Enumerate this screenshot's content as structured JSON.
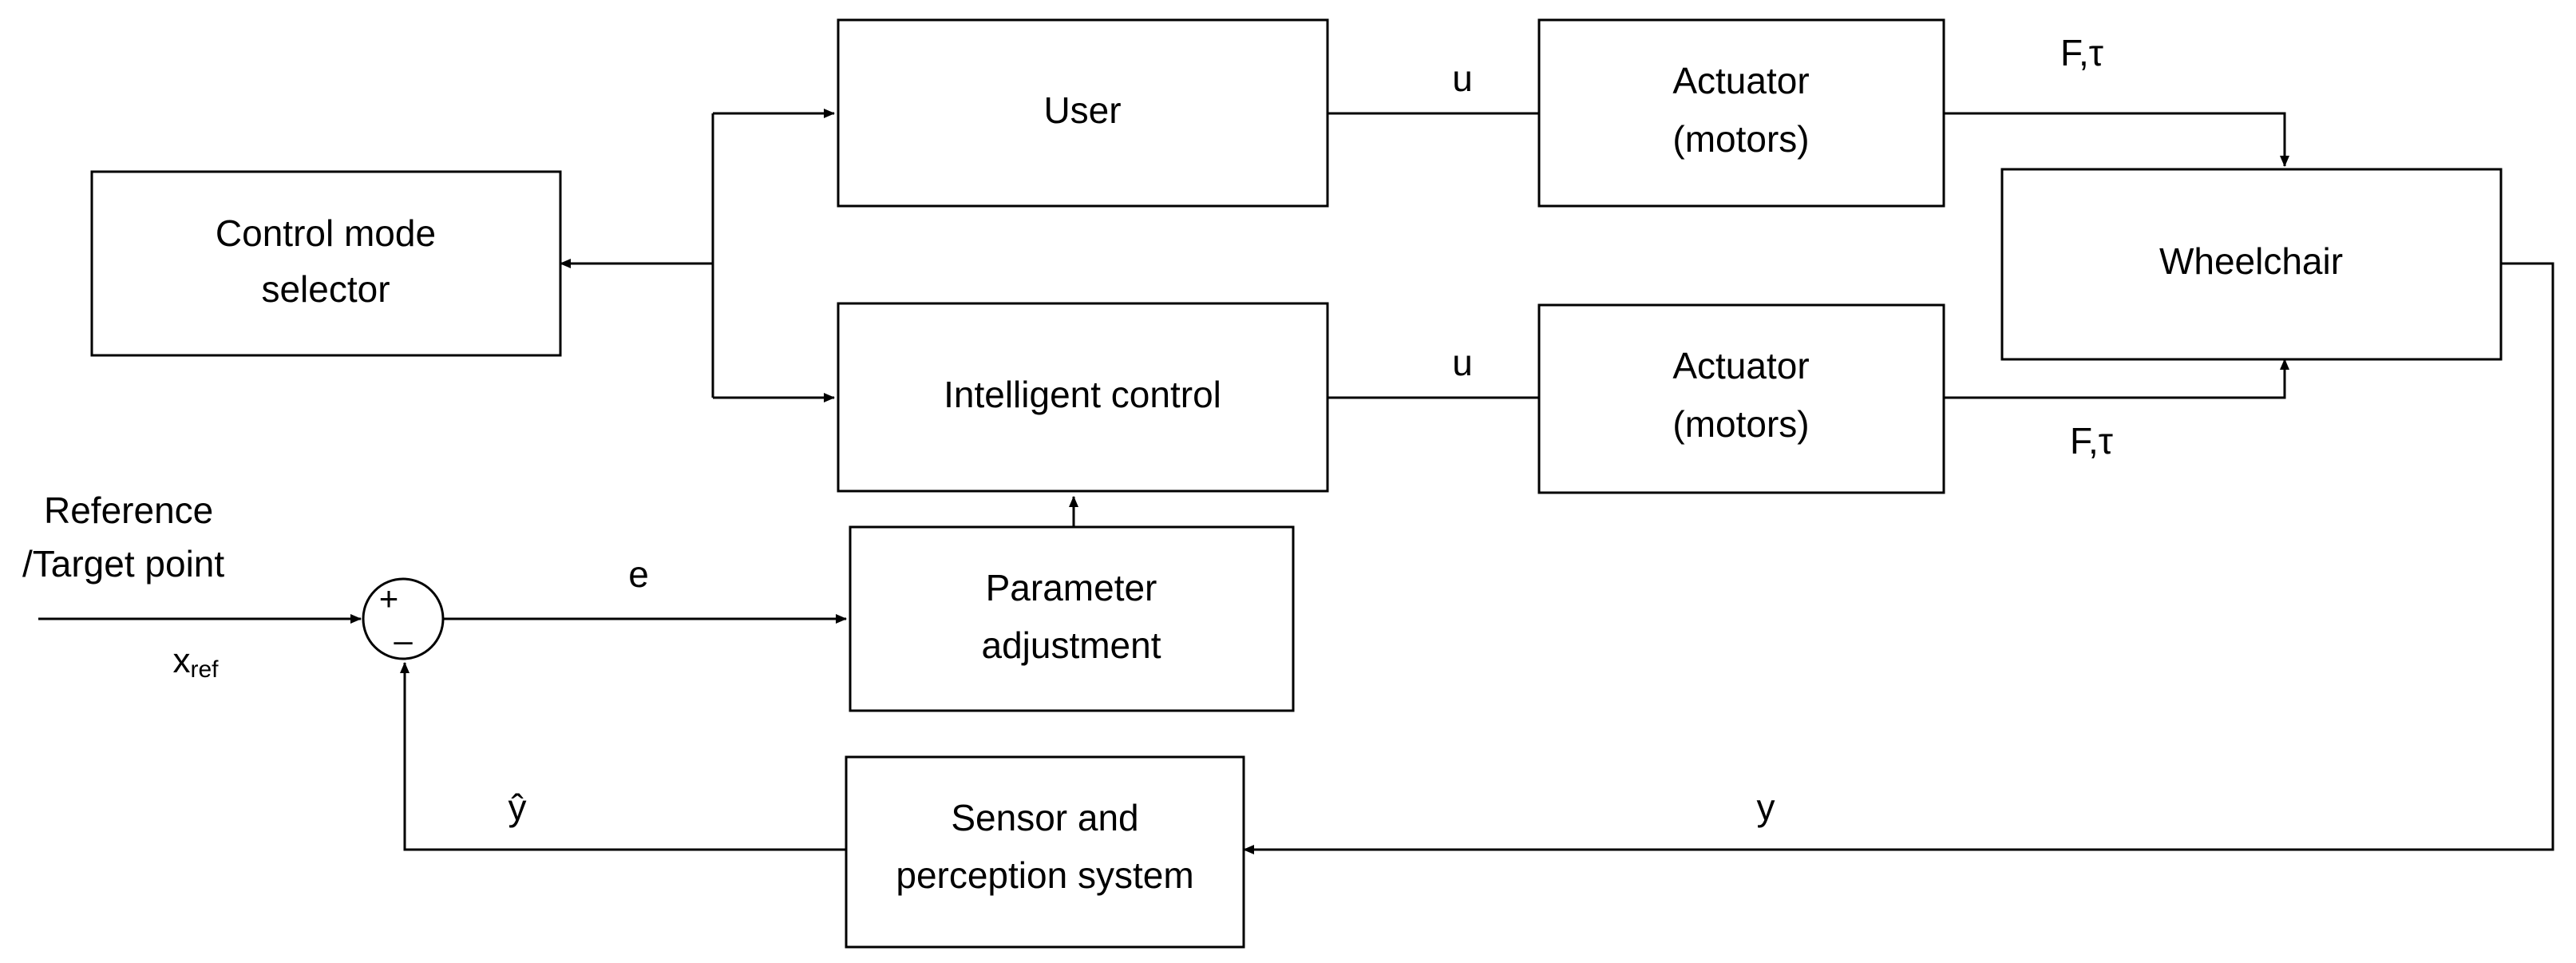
{
  "diagram": {
    "title": "Shared control wheelchair block diagram",
    "colors": {
      "stroke": "#000000",
      "fill": "#ffffff",
      "text": "#000000"
    },
    "blocks": {
      "control_mode_selector": {
        "line1": "Control mode",
        "line2": "selector"
      },
      "user": {
        "line1": "User"
      },
      "intelligent_control": {
        "line1": "Intelligent control"
      },
      "actuator_top": {
        "line1": "Actuator",
        "line2": "(motors)"
      },
      "actuator_bottom": {
        "line1": "Actuator",
        "line2": "(motors)"
      },
      "wheelchair": {
        "line1": "Wheelchair"
      },
      "parameter_adjustment": {
        "line1": "Parameter",
        "line2": "adjustment"
      },
      "sensor_perception": {
        "line1": "Sensor and",
        "line2": "perception system"
      }
    },
    "summing_junction": {
      "plus_sign": "+",
      "minus_sign": "–"
    },
    "signals": {
      "reference_line1": "Reference",
      "reference_line2": "/Target point",
      "x_ref_base": "x",
      "x_ref_sub": "ref",
      "error": "e",
      "u_top": "u",
      "u_bottom": "u",
      "f_tau_top": "F,τ",
      "f_tau_bottom": "F,τ",
      "y_measured": "y",
      "y_hat_base": "ŷ"
    }
  }
}
